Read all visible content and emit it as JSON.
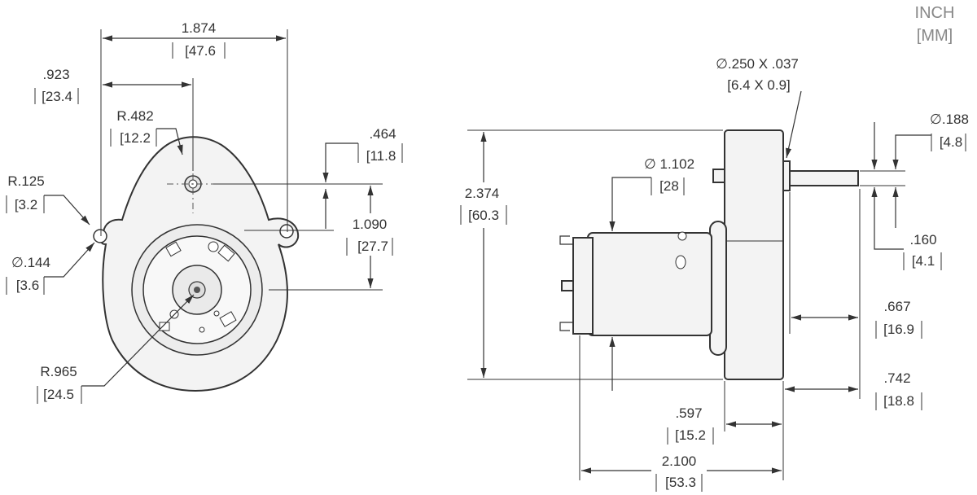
{
  "units": {
    "primary": "INCH",
    "secondary": "[MM]"
  },
  "dimensions": {
    "overall_width": {
      "inch": "1.874",
      "mm": "[47.6"
    },
    "hole_offset": {
      "inch": ".923",
      "mm": "[23.4"
    },
    "top_radius": {
      "inch": "R.482",
      "mm": "[12.2"
    },
    "ear_radius": {
      "inch": "R.125",
      "mm": "[3.2"
    },
    "mount_hole": {
      "inch": "∅.144",
      "mm": "[3.6"
    },
    "body_radius": {
      "inch": "R.965",
      "mm": "[24.5"
    },
    "shaft_to_hole": {
      "inch": ".464",
      "mm": "[11.8"
    },
    "hole_to_motor": {
      "inch": "1.090",
      "mm": "[27.7"
    },
    "shaft_dia_full": {
      "inch": "∅.250 X .037",
      "mm": "[6.4 X 0.9]"
    },
    "shaft_dia": {
      "inch": "∅.188",
      "mm": "[4.8"
    },
    "motor_dia": {
      "inch": "∅ 1.102",
      "mm": "[28"
    },
    "overall_height": {
      "inch": "2.374",
      "mm": "[60.3"
    },
    "flat_offset": {
      "inch": ".160",
      "mm": "[4.1"
    },
    "shaft_length": {
      "inch": ".667",
      "mm": "[16.9"
    },
    "shaft_total": {
      "inch": ".742",
      "mm": "[18.8"
    },
    "gearbox_depth": {
      "inch": ".597",
      "mm": "[15.2"
    },
    "overall_length": {
      "inch": "2.100",
      "mm": "[53.3"
    }
  }
}
